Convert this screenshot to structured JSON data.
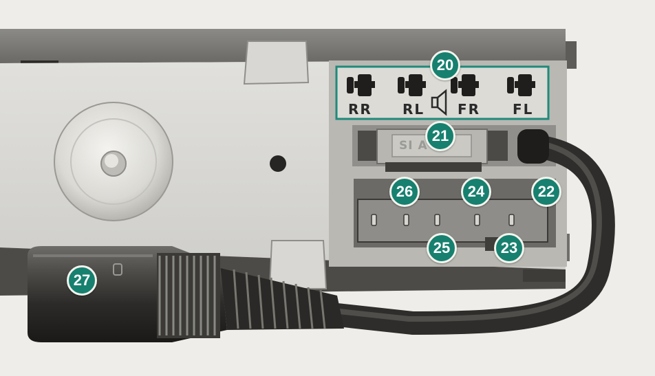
{
  "speaker_outputs": {
    "rear_right": "RR",
    "rear_left": "RL",
    "front_right": "FR",
    "front_left": "FL",
    "icon": "speaker-icon"
  },
  "fuse_label": "SI  A",
  "callouts": {
    "c20": "20",
    "c21": "21",
    "c22": "22",
    "c23": "23",
    "c24": "24",
    "c25": "25",
    "c26": "26",
    "c27": "27"
  },
  "colors": {
    "callout_fill": "#17806f",
    "callout_ring": "#f4f4ee",
    "panel_outline": "#1f8a7a",
    "background": "#efede9"
  }
}
